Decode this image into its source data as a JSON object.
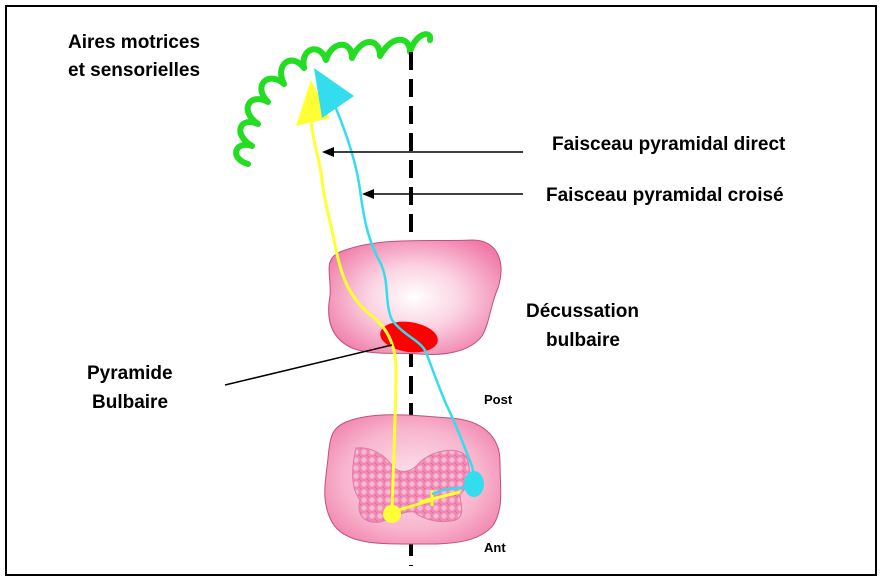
{
  "labels": {
    "aires_line1": "Aires motrices",
    "aires_line2": "et sensorielles",
    "direct": "Faisceau pyramidal direct",
    "croise": "Faisceau pyramidal croisé",
    "decussation_line1": "Décussation",
    "decussation_line2": "bulbaire",
    "pyramide_line1": "Pyramide",
    "pyramide_line2": "Bulbaire",
    "post": "Post",
    "ant": "Ant"
  },
  "colors": {
    "cortex_green": "#22dd22",
    "direct_tract_yellow": "#ffff33",
    "crossed_tract_cyan": "#33ddee",
    "pyramid_red": "#ff0000",
    "tissue_pink": "#f07aa8",
    "tissue_light": "#ffffff"
  }
}
